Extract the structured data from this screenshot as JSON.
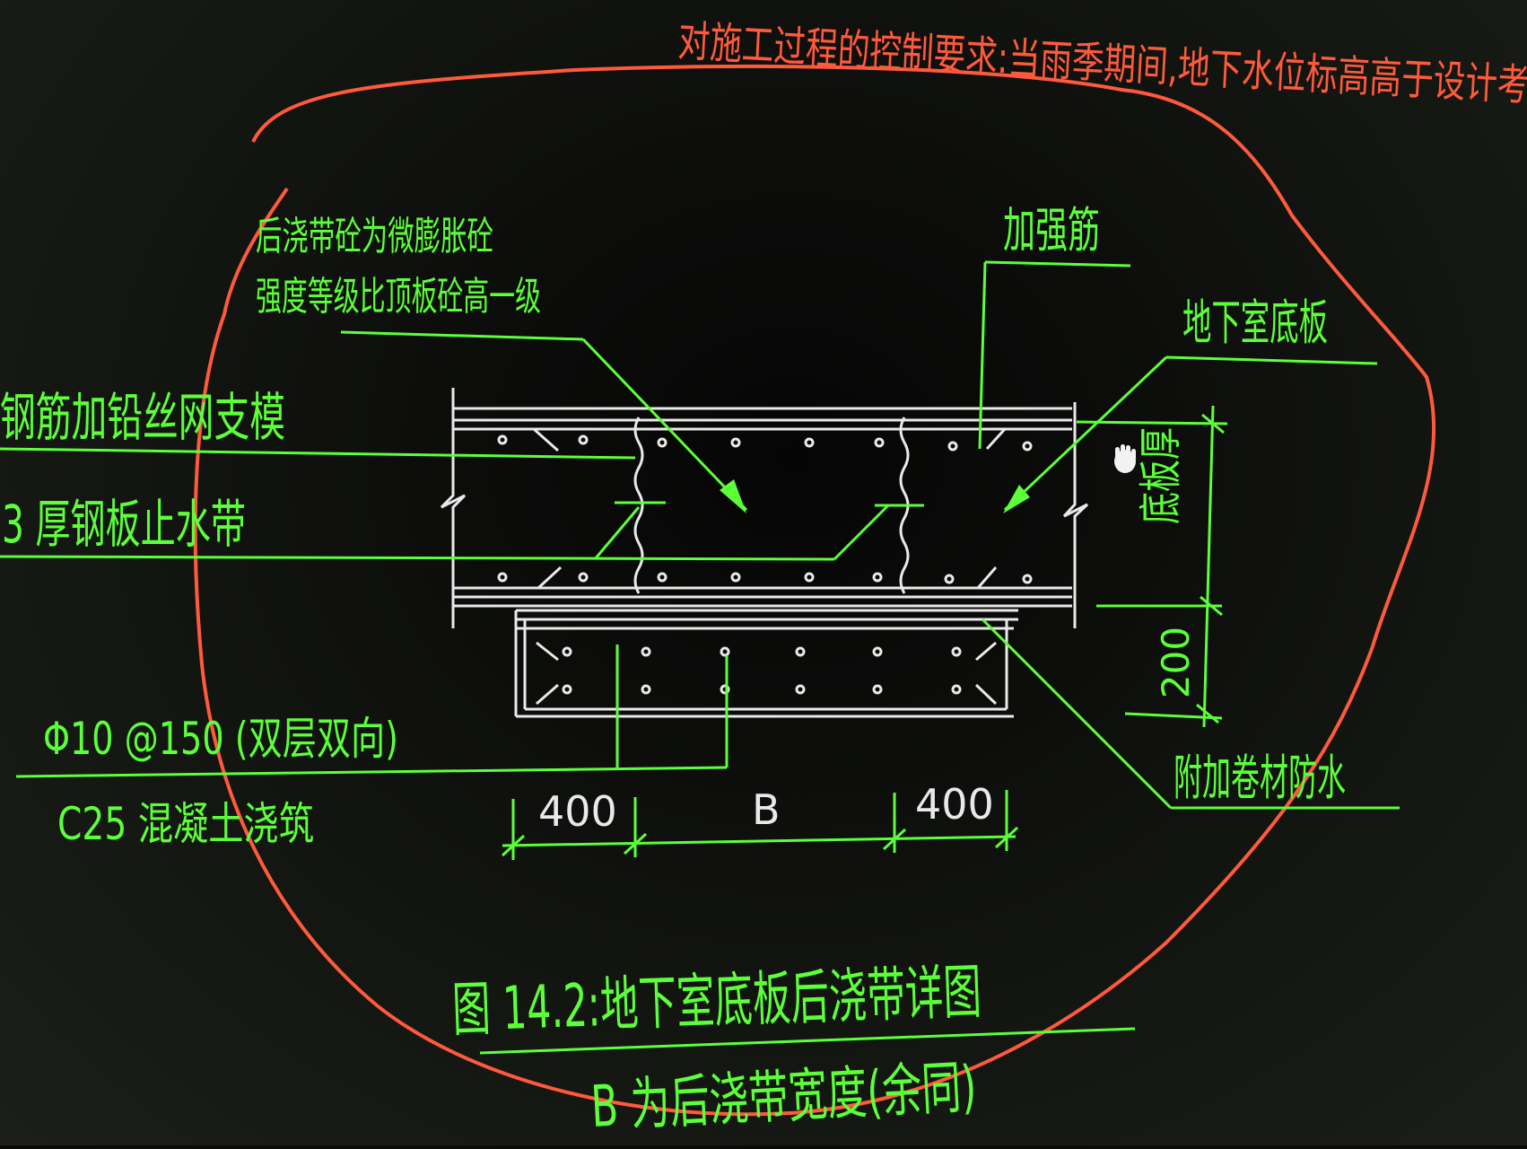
{
  "header_note": "对施工过程的控制要求:当雨季期间,地下水位标高高于设计考",
  "labels": {
    "concrete_note_line1": "后浇带砼为微膨胀砼",
    "concrete_note_line2": "强度等级比顶板砼高一级",
    "reinforcement": "加强筋",
    "basement_slab": "地下室底板",
    "steel_mesh_formwork": "钢筋加铅丝网支模",
    "waterstop": "3 厚钢板止水带",
    "slab_thickness": "底板厚",
    "dim_200": "200",
    "rebar_spec": "Φ10 @150 (双层双向)",
    "concrete_pour": "C25 混凝土浇筑",
    "membrane": "附加卷材防水",
    "dim_left": "400",
    "dim_mid": "B",
    "dim_right": "400"
  },
  "caption": {
    "title": "图 14.2:地下室底板后浇带详图",
    "subtitle": "B 为后浇带宽度(余同)"
  },
  "colors": {
    "annotation": "#5cff3a",
    "geometry": "#e9e9e9",
    "markup": "#ff5a3c",
    "background": "#0b0c0a"
  },
  "icons": [
    "hand-cursor-icon"
  ]
}
